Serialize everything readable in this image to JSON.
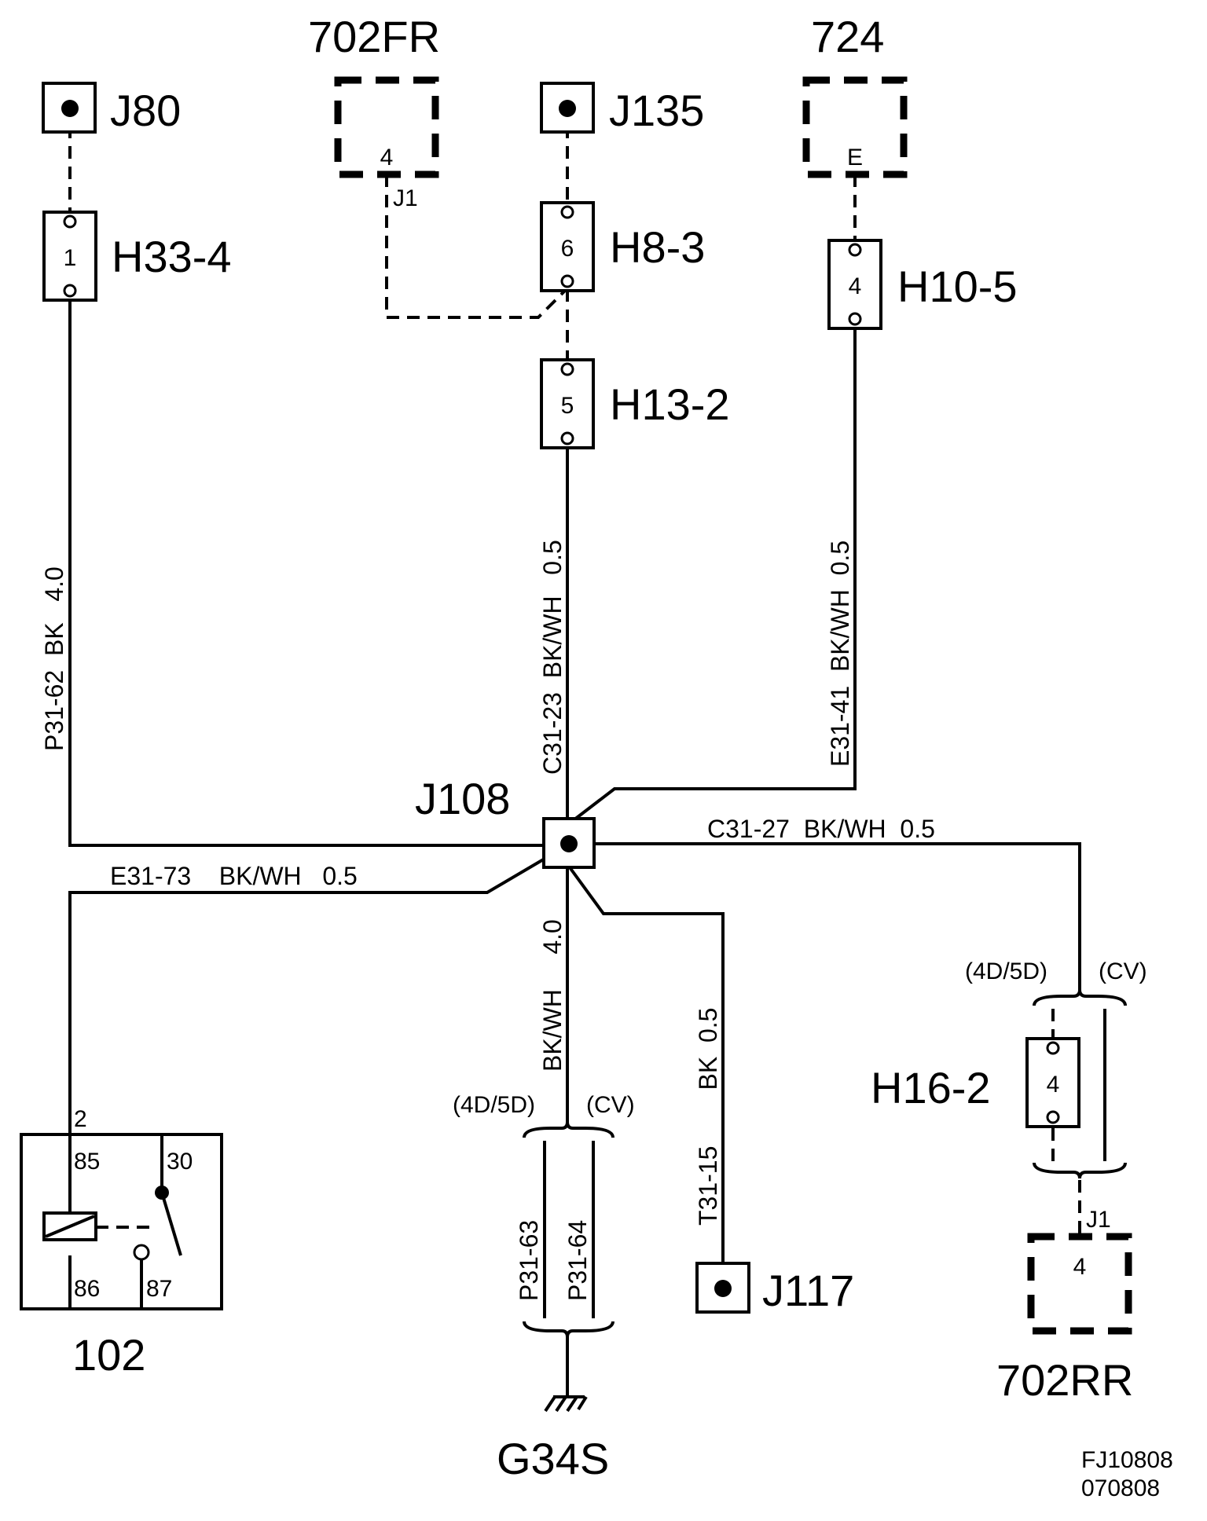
{
  "components": {
    "j80": "J80",
    "j135": "J135",
    "j108": "J108",
    "j117": "J117",
    "c702fr": "702FR",
    "c724": "724",
    "c702rr": "702RR",
    "h33": "H33-4",
    "h8": "H8-3",
    "h13": "H13-2",
    "h10": "H10-5",
    "h16": "H16-2",
    "relay": "102",
    "ground": "G34S"
  },
  "pins": {
    "h33": "1",
    "h8": "6",
    "h13": "5",
    "h10": "4",
    "h16": "4",
    "c702fr": "4",
    "c702fr_j": "J1",
    "c724": "E",
    "c702rr": "4",
    "c702rr_j": "J1",
    "relay_2": "2",
    "relay_85": "85",
    "relay_30": "30",
    "relay_86": "86",
    "relay_87": "87"
  },
  "wires": {
    "p31_62": "P31-62  BK   4.0",
    "c31_23": "C31-23  BK/WH   0.5",
    "e31_41": "E31-41  BK/WH  0.5",
    "c31_27": "C31-27  BK/WH  0.5",
    "e31_73": "E31-73    BK/WH   0.5",
    "bkwh_40": "BK/WH     4.0",
    "t31_15": "T31-15        BK  0.5",
    "p31_63": "P31-63",
    "p31_64": "P31-64"
  },
  "variants": {
    "left_a": "(4D/5D)",
    "right_a": "(CV)",
    "left_b": "(4D/5D)",
    "right_b": "(CV)"
  },
  "footer": {
    "code": "FJ10808",
    "date": "070808"
  }
}
